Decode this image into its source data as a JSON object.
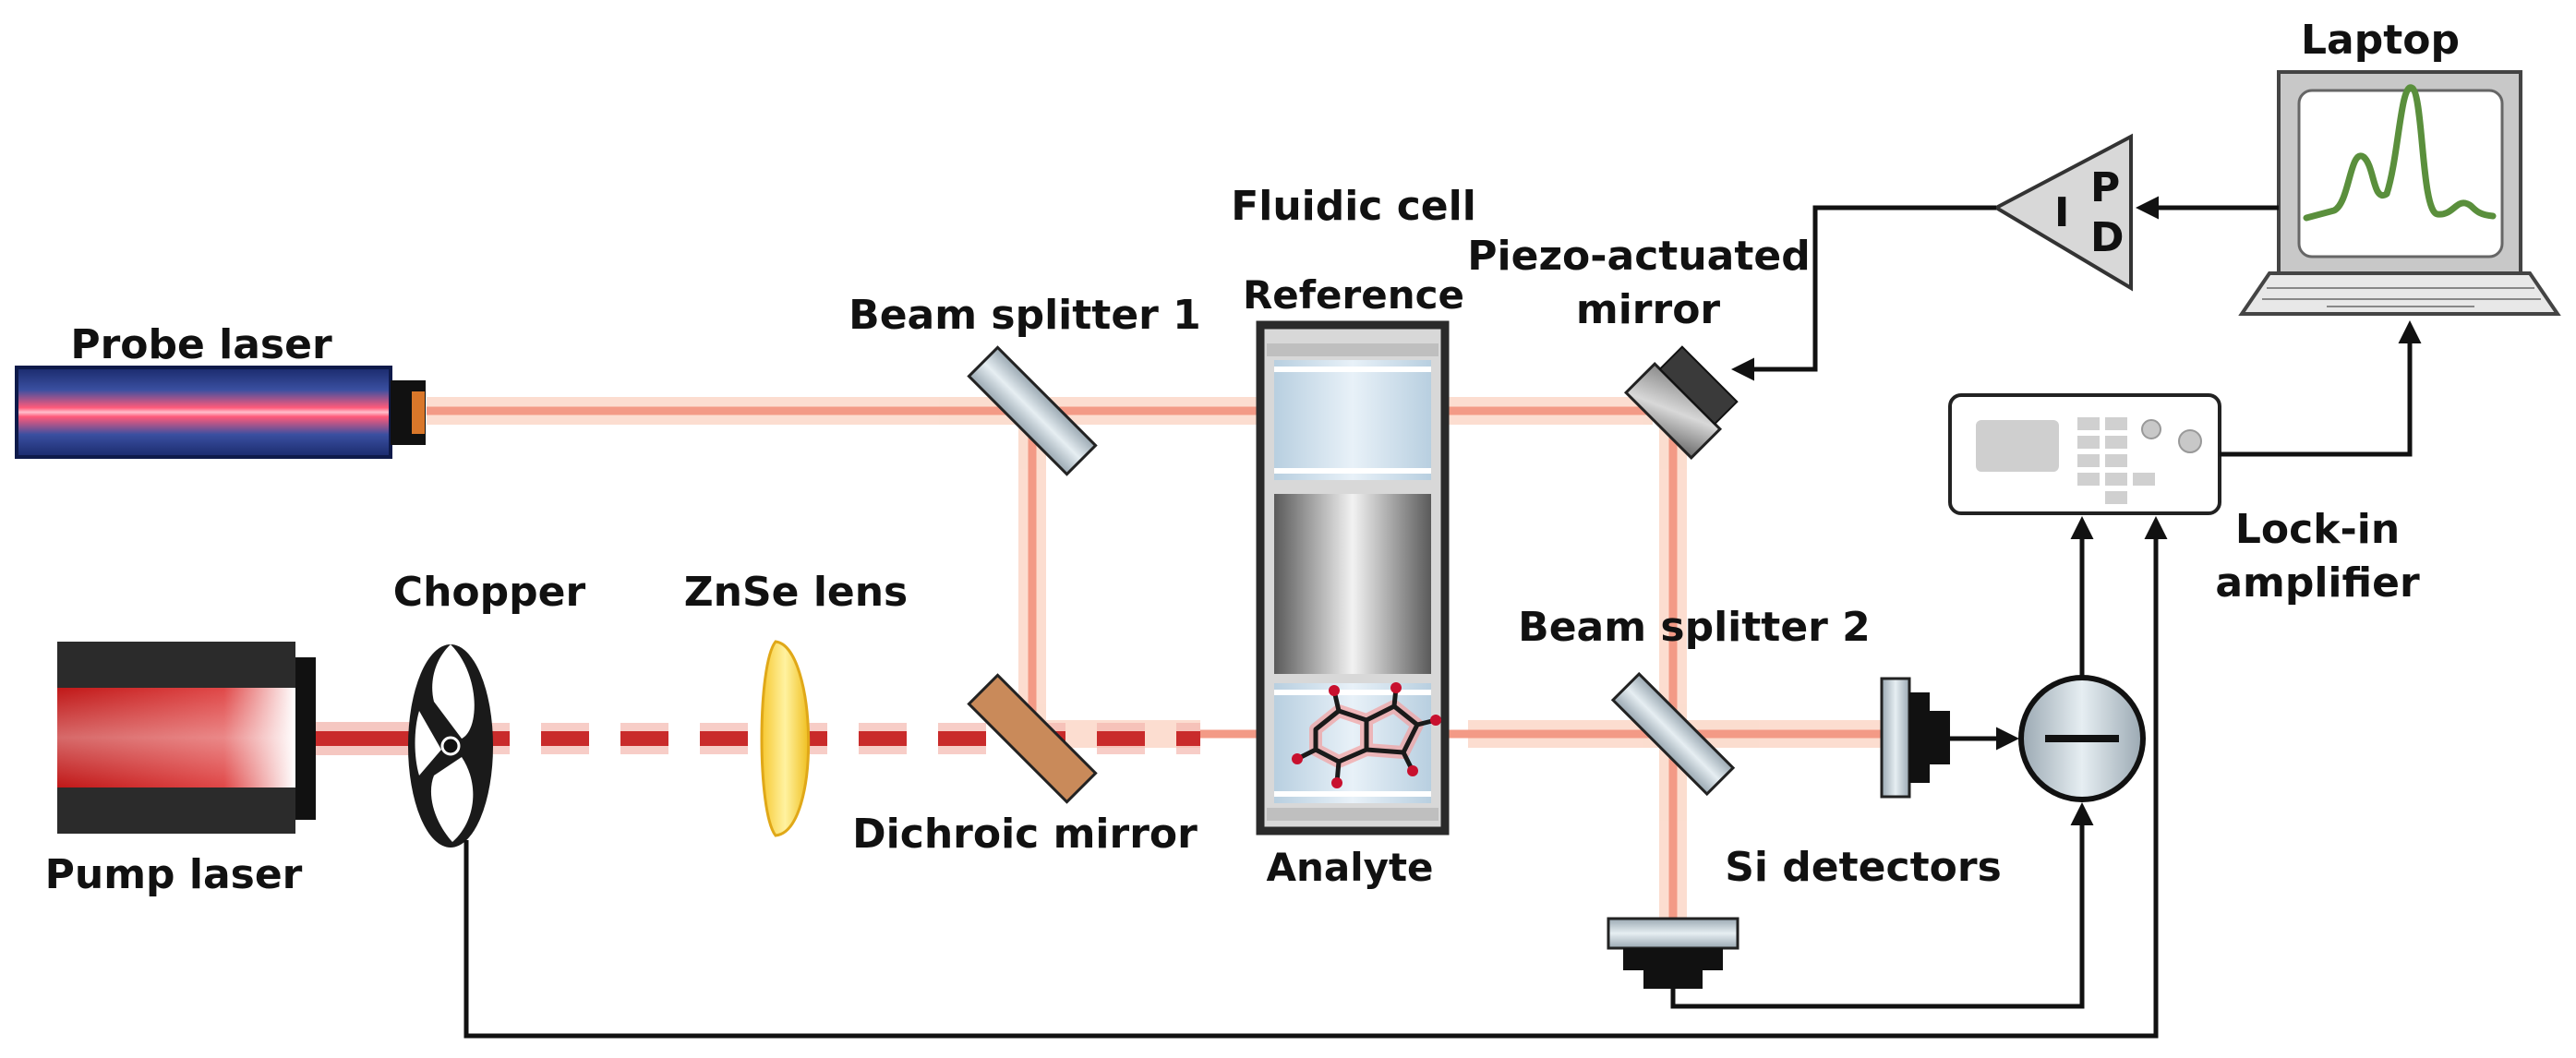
{
  "labels": {
    "laptop": "Laptop",
    "fluidic_cell": "Fluidic cell",
    "reference": "Reference",
    "piezo_line1": "Piezo-actuated",
    "piezo_line2": "mirror",
    "probe_laser": "Probe laser",
    "beam_splitter_1": "Beam splitter 1",
    "chopper": "Chopper",
    "znse_lens": "ZnSe lens",
    "beam_splitter_2": "Beam  splitter 2",
    "lockin_line1": "Lock-in",
    "lockin_line2": "amplifier",
    "pump_laser": "Pump laser",
    "dichroic_mirror": "Dichroic mirror",
    "analyte": "Analyte",
    "si_detectors": "Si detectors"
  },
  "pid": {
    "p": "P",
    "i": "I",
    "d": "D"
  },
  "colors": {
    "probe_beam": "#f0a08a",
    "probe_glow": "#fbd9c8",
    "pump_beam": "#c92b2b",
    "pump_glow": "#f2b0a8",
    "laser_body_probe": "#1b2b6e",
    "laser_body_pump": "#222222",
    "lens": "#f6d94a",
    "dichroic": "#c98a5a",
    "splitter": "#c7d6de",
    "spectrum_line": "#5a8f3c",
    "wire": "#111111"
  },
  "icons": {
    "chopper": "chopper-wheel-icon",
    "piezo_mirror": "piezo-mirror-icon",
    "molecule": "molecule-icon",
    "subtractor": "subtractor-icon",
    "pid": "pid-controller-icon",
    "laptop": "laptop-icon",
    "lockin": "lockin-amplifier-icon"
  }
}
